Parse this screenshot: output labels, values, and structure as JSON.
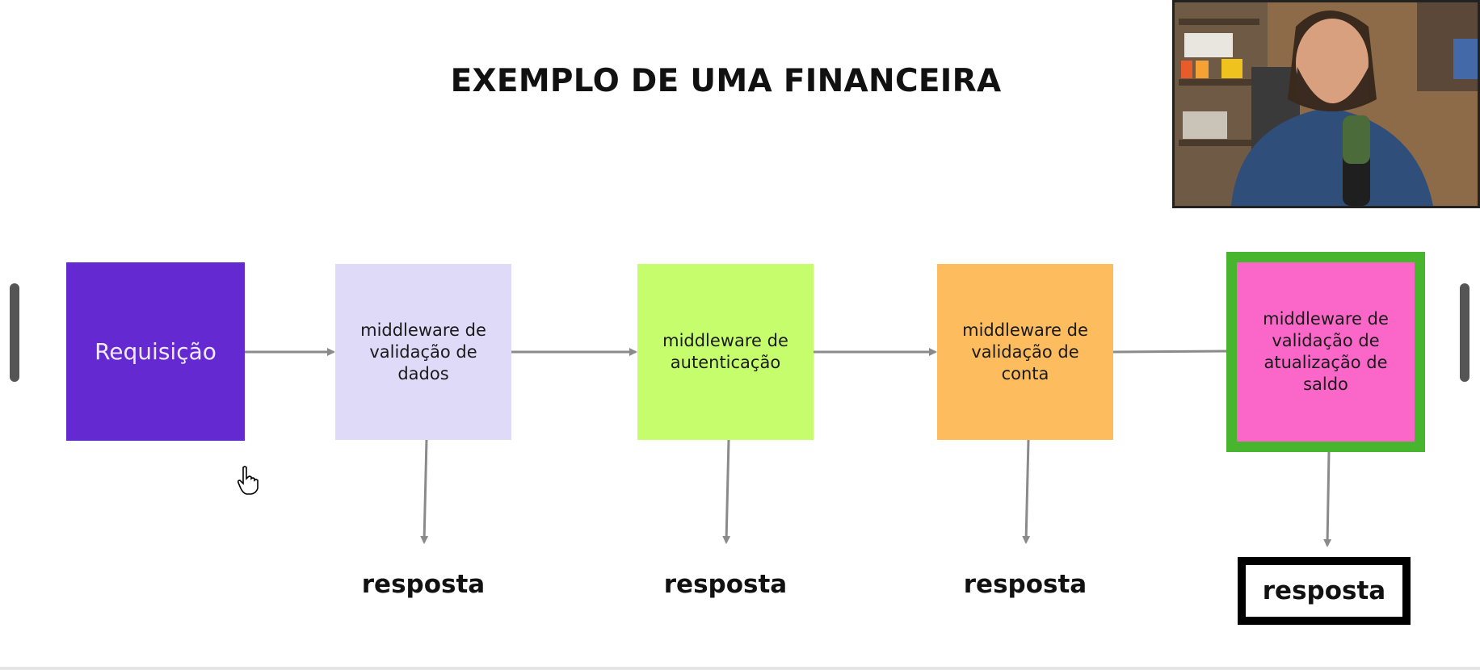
{
  "title": "EXEMPLO DE UMA FINANCEIRA",
  "nodes": {
    "request": {
      "label": "Requisição",
      "color": "#6429d1"
    },
    "mw_dados": {
      "label": "middleware de\nvalidação de\ndados",
      "color": "#dfdaf8"
    },
    "mw_auth": {
      "label": "middleware de\nautenticação",
      "color": "#c5fd6c"
    },
    "mw_conta": {
      "label": "middleware de\nvalidação de\nconta",
      "color": "#fdbc5e"
    },
    "mw_saldo": {
      "label": "middleware de\nvalidação de\natualização de\nsaldo",
      "color": "#fb67c8",
      "border_color": "#47b52e"
    }
  },
  "responses": [
    "resposta",
    "resposta",
    "resposta",
    "resposta"
  ],
  "colors": {
    "arrow": "#8a8a8a",
    "background": "#ffffff"
  },
  "icons": {
    "cursor": "hand-pointer-icon"
  }
}
